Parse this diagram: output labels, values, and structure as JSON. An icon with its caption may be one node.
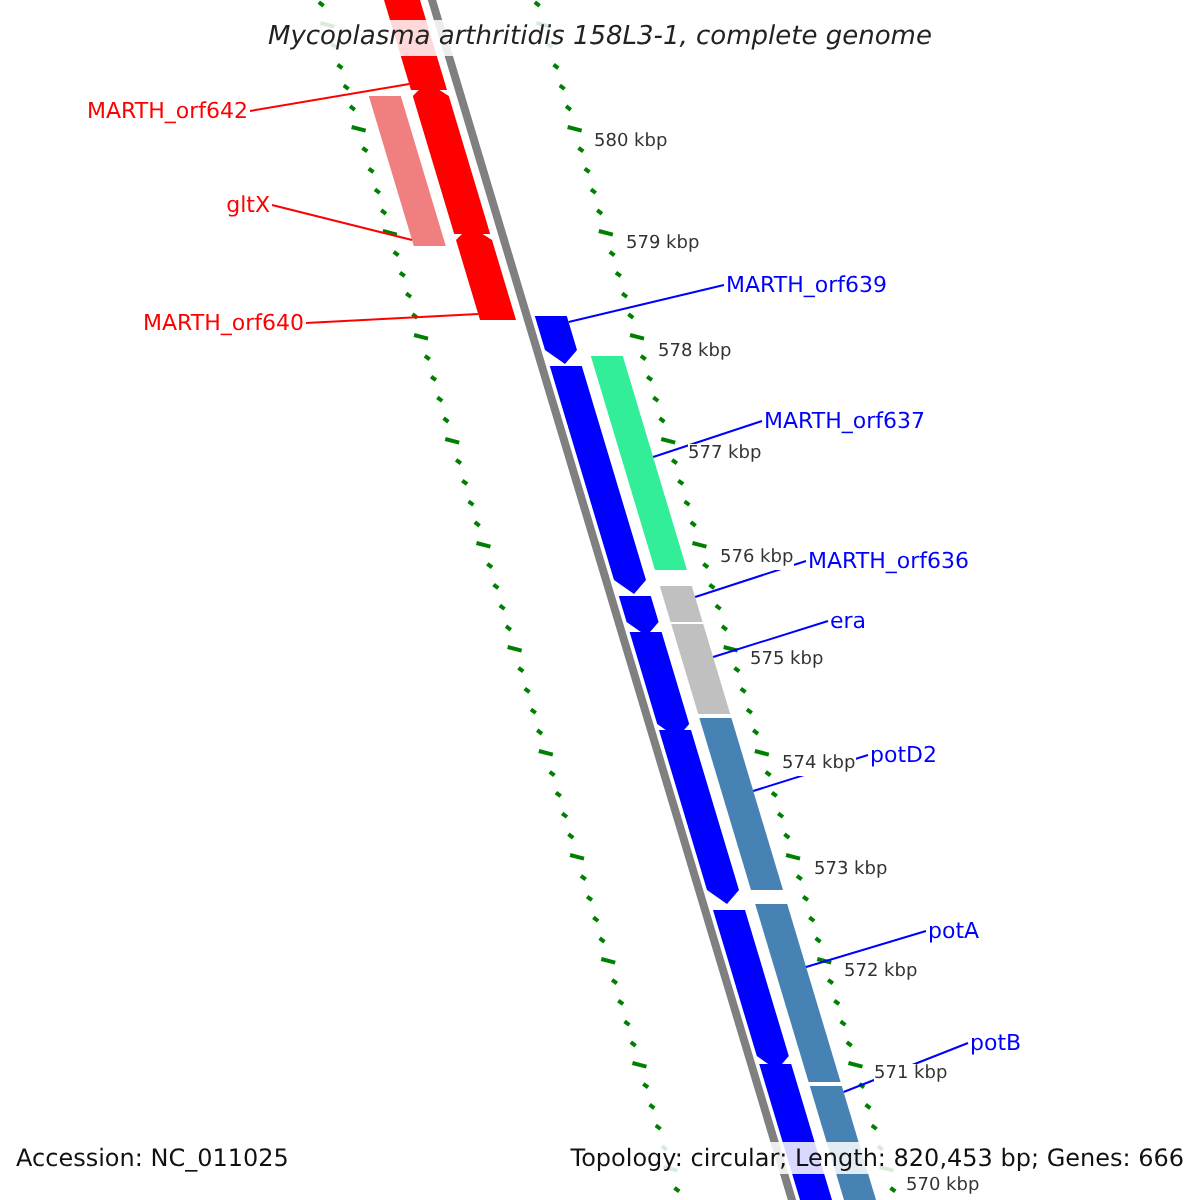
{
  "diagram": {
    "title": "Mycoplasma arthritidis 158L3-1, complete genome",
    "nodes": [
      {
        "text": [
          "MARTH_orf642"
        ]
      },
      {
        "text": [],
        "shape": "bar"
      },
      {
        "text": [
          "gltX"
        ]
      },
      {
        "text": [],
        "shape": "bar"
      },
      {
        "text": [
          "MARTH_orf640"
        ]
      },
      {
        "text": [],
        "shape": "bar"
      },
      {
        "text": [
          "MARTH_orf639"
        ]
      },
      {
        "text": [],
        "shape": "bar"
      },
      {
        "text": [
          "MARTH_orf637"
        ]
      },
      {
        "text": [],
        "shape": "bar"
      },
      {
        "text": [
          "MARTH_orf636"
        ]
      },
      {
        "text": [],
        "shape": "bar"
      },
      {
        "text": [
          "era"
        ]
      },
      {
        "text": [],
        "shape": "bar"
      },
      {
        "text": [
          "potD2"
        ]
      },
      {
        "text": [],
        "shape": "bar"
      },
      {
        "text": [
          "potA"
        ]
      },
      {
        "text": [],
        "shape": "bar"
      },
      {
        "text": [
          "potB"
        ]
      },
      {
        "text": [],
        "shape": "bar"
      },
      {
        "text": [],
        "shape": "bar"
      },
      {
        "text": [],
        "shape": "bar"
      },
      {
        "text": [],
        "shape": "bar"
      },
      {
        "text": [],
        "shape": "bar"
      },
      {
        "text": [],
        "shape": "bar"
      },
      {
        "text": [],
        "shape": "bar"
      },
      {
        "text": [],
        "shape": "bar"
      }
    ],
    "edges": [
      {
        "from": 0,
        "to": 1,
        "arrow": "none",
        "color": "#ff0000"
      },
      {
        "from": 2,
        "to": 3,
        "arrow": "none",
        "color": "#ff0000"
      },
      {
        "from": 4,
        "to": 5,
        "arrow": "none",
        "color": "#ff0000"
      },
      {
        "from": 6,
        "to": 7,
        "arrow": "none"
      },
      {
        "from": 8,
        "to": 9,
        "arrow": "none"
      },
      {
        "from": 10,
        "to": 11,
        "arrow": "none"
      },
      {
        "from": 12,
        "to": 13,
        "arrow": "none"
      },
      {
        "from": 14,
        "to": 15,
        "arrow": "none"
      },
      {
        "from": 16,
        "to": 17,
        "arrow": "none"
      },
      {
        "from": 18,
        "to": 19,
        "arrow": "none"
      }
    ],
    "labels": [
      "580 kbp",
      "579 kbp",
      "578 kbp",
      "577 kbp",
      "576 kbp",
      "575 kbp",
      "574 kbp",
      "573 kbp",
      "572 kbp",
      "571 kbp",
      "570 kbp",
      "Accession: NC_011025",
      "Topology: circular; Length: 820,453 bp; Genes: 666"
    ]
  }
}
